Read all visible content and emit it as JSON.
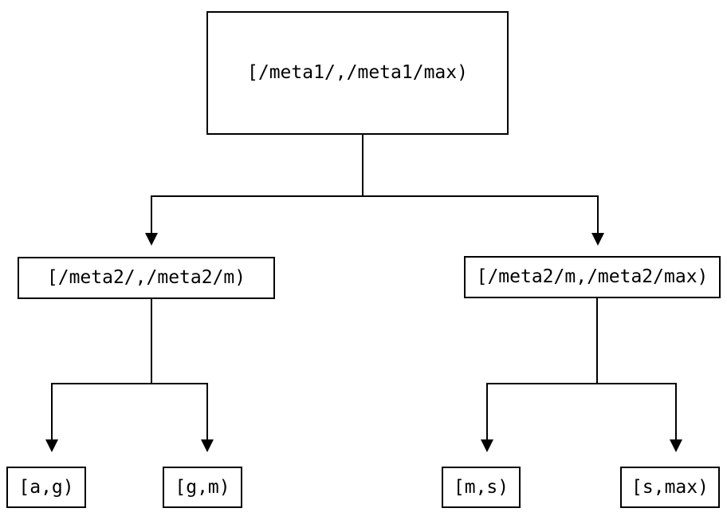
{
  "tree": {
    "root": {
      "label": "[/meta1/,/meta1/max)",
      "children": [
        {
          "label": "[/meta2/,/meta2/m)",
          "children": [
            {
              "label": "[a,g)"
            },
            {
              "label": "[g,m)"
            }
          ]
        },
        {
          "label": "[/meta2/m,/meta2/max)",
          "children": [
            {
              "label": "[m,s)"
            },
            {
              "label": "[s,max)"
            }
          ]
        }
      ]
    },
    "colors": {
      "line": "#000000",
      "box_border": "#000000",
      "text": "#000000",
      "background": "#ffffff"
    }
  }
}
